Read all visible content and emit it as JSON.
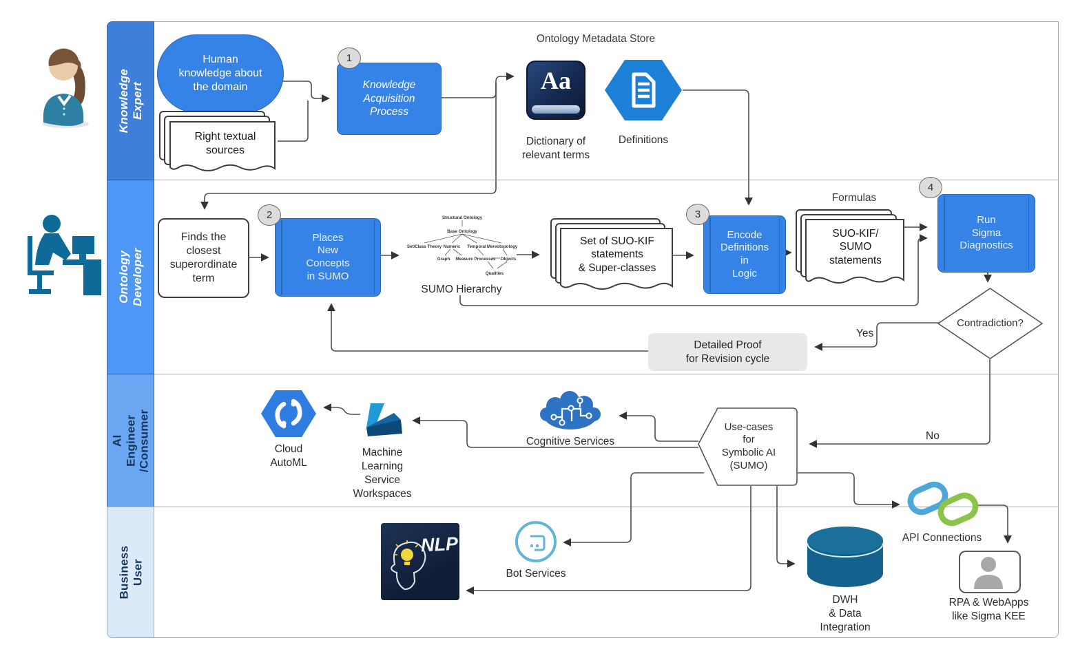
{
  "lanes": [
    {
      "label": "Knowledge Expert"
    },
    {
      "label": "Ontology Developer"
    },
    {
      "label": "AI Engineer\n/Consumer"
    },
    {
      "label": "Business User"
    }
  ],
  "row1": {
    "human_knowledge": "Human\nknowledge about\nthe domain",
    "right_textual_sources": "Right textual\nsources",
    "step1": "1",
    "knowledge_acquisition": "Knowledge\nAcquisition\nProcess",
    "ontology_metadata_store": "Ontology  Metadata Store",
    "dictionary_glyph": "Aa",
    "dictionary_caption": "Dictionary of\nrelevant terms",
    "definitions_caption": "Definitions"
  },
  "row2": {
    "finds_closest": "Finds the\nclosest\nsuperordinate\nterm",
    "step2": "2",
    "places_new_concepts": "Places\nNew\nConcepts\nin SUMO",
    "sumo_hierarchy_caption": "SUMO Hierarchy",
    "sumo_tree": {
      "labels": [
        "Structural Ontology",
        "Base Ontology",
        "Set/Class Theory",
        "Numeric",
        "Temporal",
        "Mereotopology",
        "Graph",
        "Measure",
        "Processes",
        "Objects",
        "Qualities"
      ]
    },
    "suo_kif_set": "Set of SUO-KIF\nstatements\n& Super-classes",
    "step3": "3",
    "encode_definitions": "Encode\nDefinitions\nin\nLogic",
    "formulas_label": "Formulas",
    "suo_kif_sumo": "SUO-KIF/\nSUMO\nstatements",
    "step4": "4",
    "run_sigma": "Run\nSigma\nDiagnostics",
    "contradiction": "Contradiction?",
    "yes_label": "Yes",
    "no_label": "No",
    "detailed_proof": "Detailed Proof\nfor Revision cycle"
  },
  "row3": {
    "cloud_automl": "Cloud\nAutoML",
    "ml_workspaces": "Machine\nLearning\nService\nWorkspaces",
    "cognitive_services": "Cognitive Services",
    "use_cases": "Use-cases\nfor\nSymbolic AI\n(SUMO)"
  },
  "row4": {
    "nlp": "NLP",
    "bot_services": "Bot Services",
    "dwh": "DWH\n& Data\nIntegration",
    "api_connections": "API Connections",
    "rpa_webapps": "RPA  & WebApps\nlike Sigma KEE"
  },
  "colors": {
    "process_blue": "#3583e6",
    "lane1_blue": "#3d7fd9",
    "lane2_blue": "#4f97f7",
    "lane3_blue": "#6ba6f3",
    "lane4_blue": "#dce9f9",
    "dwh_teal": "#15658f",
    "bot_blue": "#5fb6d7",
    "api_link_blue": "#4da7d9",
    "api_link_green": "#8cc34a",
    "note_gray": "#e8e8e8"
  }
}
